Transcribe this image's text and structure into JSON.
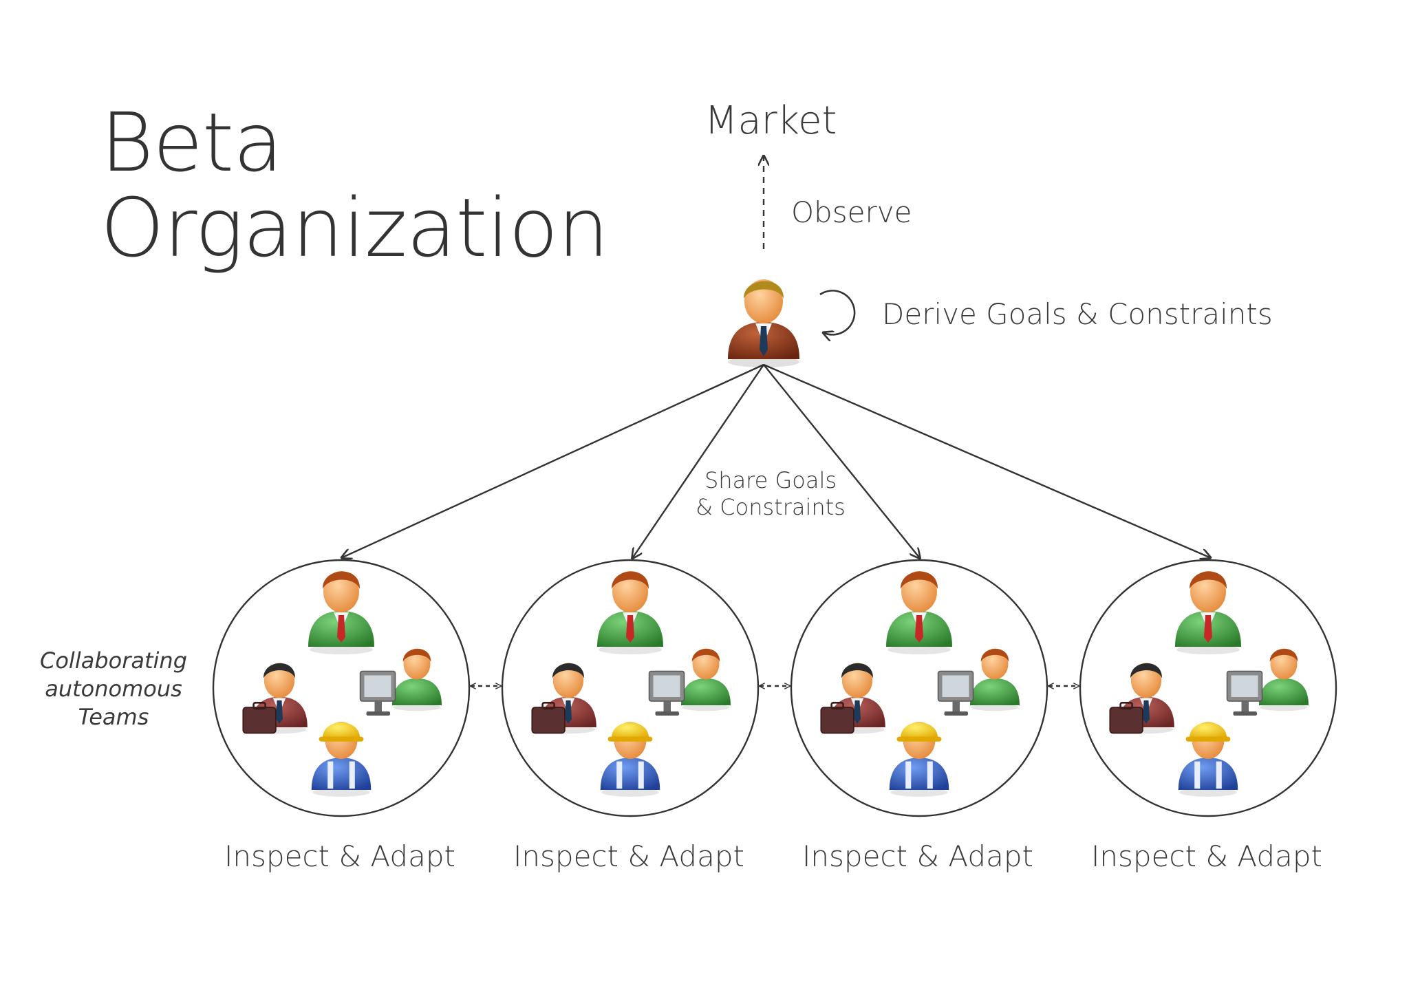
{
  "title": {
    "line1": "Beta",
    "line2": "Organization"
  },
  "market_label": "Market",
  "observe_label": "Observe",
  "derive_label": "Derive Goals & Constraints",
  "share_label": {
    "line1": "Share Goals",
    "line2": "& Constraints"
  },
  "collab_label": {
    "line1": "Collaborating",
    "line2": "autonomous",
    "line3": "Teams"
  },
  "teams": [
    {
      "label": "Inspect & Adapt"
    },
    {
      "label": "Inspect & Adapt"
    },
    {
      "label": "Inspect & Adapt"
    },
    {
      "label": "Inspect & Adapt"
    }
  ],
  "colors": {
    "stroke": "#333333",
    "manager_suit": "#8a3a1e",
    "green_shirt": "#3f9a3c",
    "maroon_jacket": "#7a2e2c",
    "blue_overalls": "#2a55b5",
    "hard_hat": "#f2c20f",
    "skin": "#f0a45a",
    "hair_brown": "#b04a15",
    "hair_black": "#2b2b2b",
    "hair_blond": "#b08a1a",
    "monitor": "#8a8a8a",
    "tie_red": "#c62828"
  },
  "icons": {
    "manager": "manager-person-icon",
    "team_lead": "green-person-icon",
    "businessman": "briefcase-person-icon",
    "worker": "hardhat-worker-icon",
    "computer_user": "computer-user-icon"
  }
}
